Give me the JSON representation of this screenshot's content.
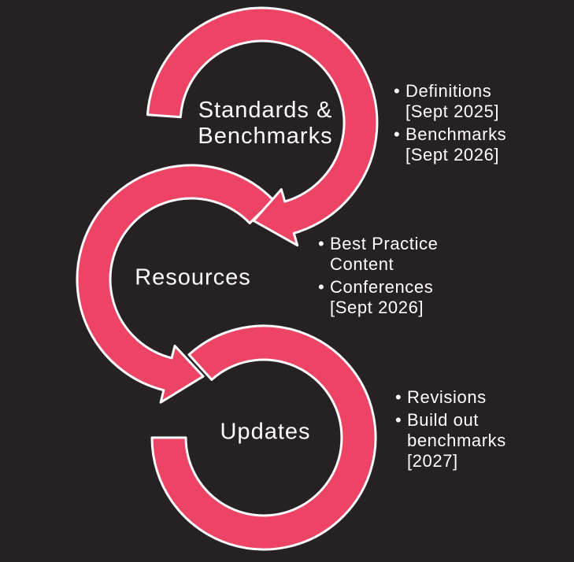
{
  "colors": {
    "background": "#262224",
    "accent_pink": "#ED4365",
    "shape_outline": "#FBFBFB",
    "text": "#FFFFFF"
  },
  "cycle": {
    "type": "circular-arrow-flow",
    "bullet_glyph": "•",
    "steps": [
      {
        "id": "standards-benchmarks",
        "label_lines": [
          "Standards &",
          "Benchmarks"
        ],
        "bullets": [
          [
            "Definitions",
            "[Sept 2025]"
          ],
          [
            "Benchmarks",
            "[Sept 2026]"
          ]
        ]
      },
      {
        "id": "resources",
        "label_lines": [
          "Resources"
        ],
        "bullets": [
          [
            "Best Practice",
            "Content"
          ],
          [
            "Conferences",
            "[Sept 2026]"
          ]
        ]
      },
      {
        "id": "updates",
        "label_lines": [
          "Updates"
        ],
        "bullets": [
          [
            "Revisions"
          ],
          [
            "Build out",
            "benchmarks",
            "[2027]"
          ]
        ]
      }
    ]
  }
}
